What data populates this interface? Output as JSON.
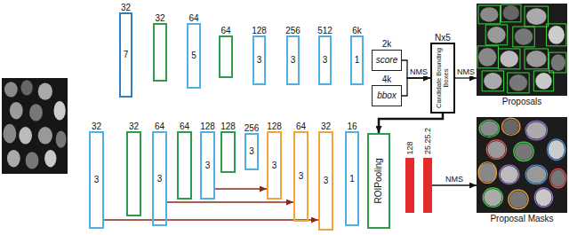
{
  "diagram": {
    "nodes": [
      {
        "text": [
          "32",
          "7"
        ]
      },
      {
        "text": [
          "32"
        ]
      },
      {
        "text": [
          "64",
          "5"
        ]
      },
      {
        "text": [
          "64"
        ]
      },
      {
        "text": [
          "128",
          "3"
        ]
      },
      {
        "text": [
          "256",
          "3"
        ]
      },
      {
        "text": [
          "512",
          "3"
        ]
      },
      {
        "text": [
          "6k",
          "1"
        ]
      },
      {
        "text": [
          "2k",
          "score"
        ]
      },
      {
        "text": [
          "4k",
          "bbox"
        ]
      },
      {
        "text": [
          "Nx5",
          "Candidate Bounding Boxes"
        ]
      },
      {
        "text": [
          "Proposals"
        ]
      },
      {
        "text": [
          "32",
          "3"
        ]
      },
      {
        "text": [
          "32"
        ]
      },
      {
        "text": [
          "64",
          "3"
        ]
      },
      {
        "text": [
          "64"
        ]
      },
      {
        "text": [
          "128",
          "3"
        ]
      },
      {
        "text": [
          "128"
        ]
      },
      {
        "text": [
          "256",
          "3"
        ]
      },
      {
        "text": [
          "128",
          "3"
        ]
      },
      {
        "text": [
          "64",
          "3"
        ]
      },
      {
        "text": [
          "32",
          "3"
        ]
      },
      {
        "text": [
          "16",
          "1"
        ]
      },
      {
        "text": [
          "ROIPooling"
        ]
      },
      {
        "text": [
          "128"
        ]
      },
      {
        "text": [
          "25.25.2"
        ]
      },
      {
        "text": [
          "Proposal Masks"
        ]
      }
    ],
    "edges": [
      {
        "from": 8,
        "to": 10,
        "label": "NMS",
        "arrow": "to"
      },
      {
        "from": 9,
        "to": 10,
        "arrow": "to"
      },
      {
        "from": 10,
        "to": 11,
        "label": "NMS",
        "arrow": "to"
      },
      {
        "from": 10,
        "to": 23,
        "arrow": "to"
      },
      {
        "from": 16,
        "to": 19,
        "arrow": "to"
      },
      {
        "from": 14,
        "to": 20,
        "arrow": "to"
      },
      {
        "from": 12,
        "to": 21,
        "arrow": "to"
      },
      {
        "from": 25,
        "to": 26,
        "label": "NMS",
        "arrow": "to"
      }
    ]
  }
}
